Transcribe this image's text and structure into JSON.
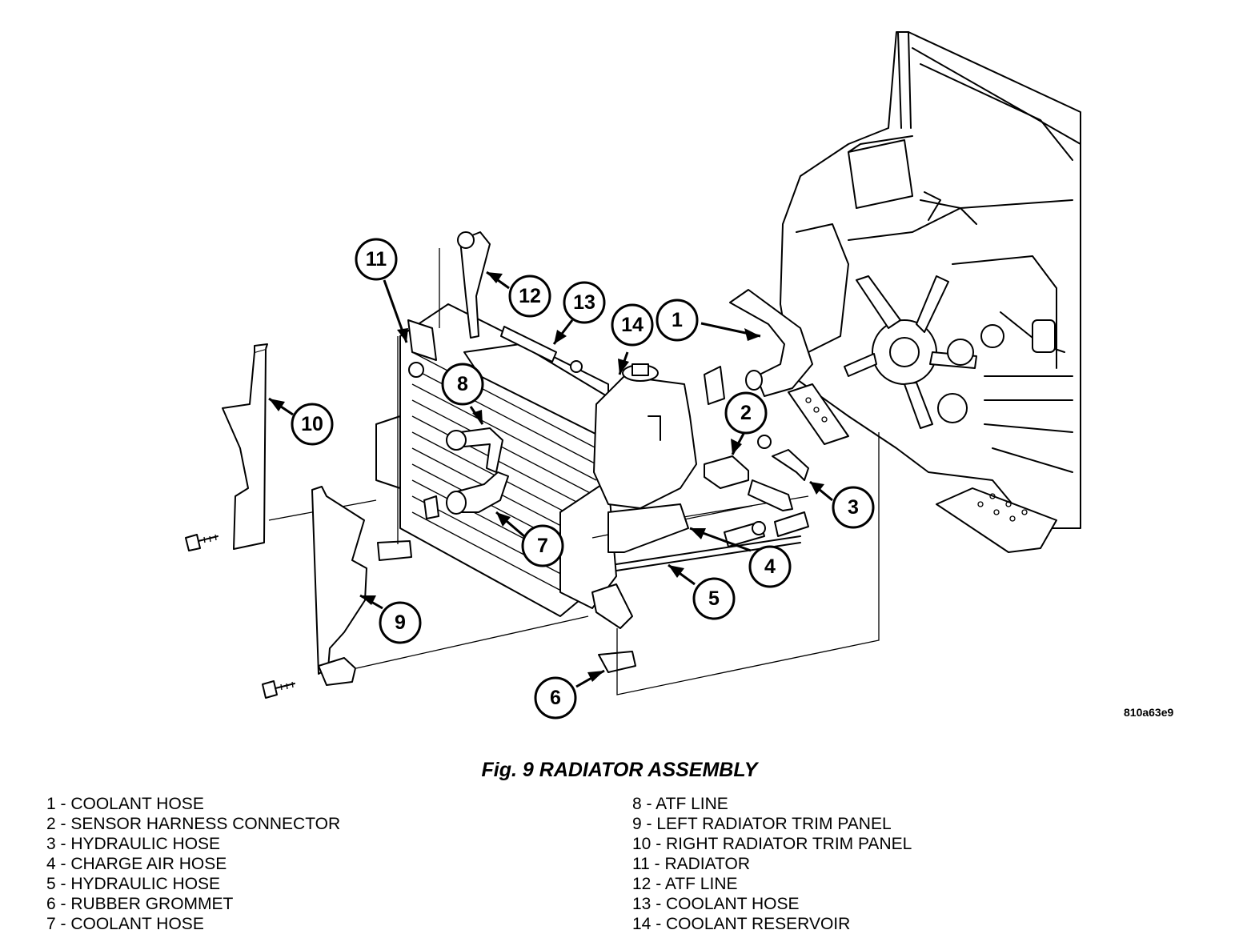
{
  "figure": {
    "code": "810a63e9",
    "caption": "Fig. 9 RADIATOR ASSEMBLY"
  },
  "callouts": [
    "1",
    "2",
    "3",
    "4",
    "5",
    "6",
    "7",
    "8",
    "9",
    "10",
    "11",
    "12",
    "13",
    "14"
  ],
  "legend": {
    "left": [
      "1 - COOLANT HOSE",
      "2 - SENSOR HARNESS CONNECTOR",
      "3 - HYDRAULIC HOSE",
      "4 - CHARGE AIR HOSE",
      "5 - HYDRAULIC HOSE",
      "6 - RUBBER GROMMET",
      "7 - COOLANT HOSE"
    ],
    "right": [
      "8 - ATF LINE",
      "9 - LEFT RADIATOR TRIM PANEL",
      "10 - RIGHT RADIATOR TRIM PANEL",
      "11 - RADIATOR",
      "12 - ATF LINE",
      "13 - COOLANT HOSE",
      "14 - COOLANT RESERVOIR"
    ]
  }
}
